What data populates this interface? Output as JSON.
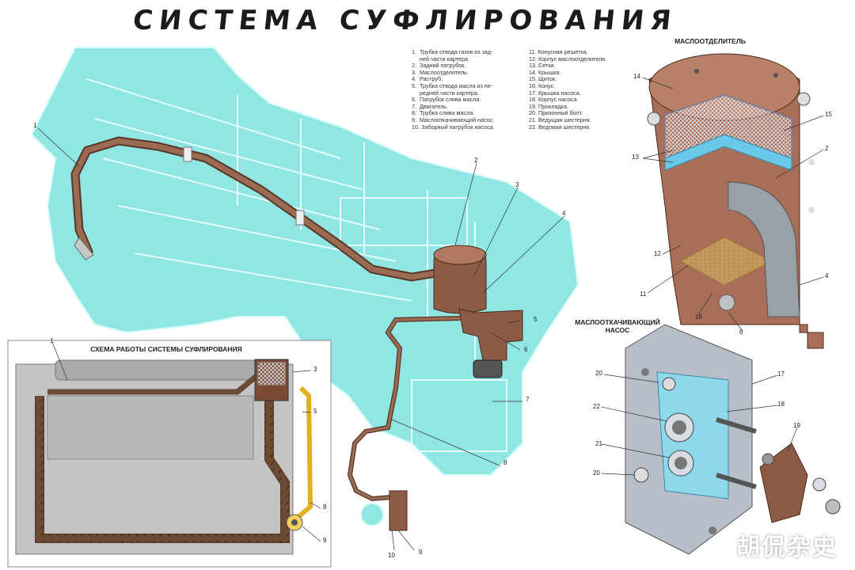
{
  "title": "СИСТЕМА СУФЛИРОВАНИЯ",
  "legend_left": [
    "1.  Трубка отвода газов из зад-",
    "     ней части картера.",
    "2.  Задний патрубок.",
    "3.  Маслоотделитель.",
    "4.  Раструб.",
    "5.  Трубка отвода масла из пе-",
    "     редней части картера.",
    "6.  Патрубок слива масла.",
    "7.  Двигатель.",
    "8.  Трубка слива масла.",
    "9.  Маслоотка­чивающий насос.",
    "10. Заборный патрубок насоса."
  ],
  "legend_right": [
    "11. Конусная решетка.",
    "12. Корпус маслоотделителя.",
    "13. Сетки.",
    "14. Крышка.",
    "15. Щиток.",
    "16. Конус.",
    "17. Крышка насоса.",
    "18. Корпус насоса.",
    "19. Прокладка.",
    "20. Призонный болт.",
    "21. Ведущая шестерня.",
    "22. Ведомая шестерня."
  ],
  "sections": {
    "separator": "МАСЛООТДЕЛИТЕЛЬ",
    "pump_line1": "МАСЛООТКАЧИВАЮЩИЙ",
    "pump_line2": "НАСОС",
    "scheme": "СХЕМА РАБОТЫ СИСТЕМЫ СУФЛИРОВАНИЯ"
  },
  "callouts": {
    "n1": "1",
    "n2": "2",
    "n3": "3",
    "n4": "4",
    "n5": "5",
    "n6": "6",
    "n7": "7",
    "n8": "8",
    "n9": "9",
    "n10": "10",
    "n11": "11",
    "n12": "12",
    "n13": "13",
    "n14": "14",
    "n15": "15",
    "n16": "16",
    "n17": "17",
    "n18": "18",
    "n19": "19",
    "n20": "20",
    "n21": "21",
    "n22": "22"
  },
  "watermark": "胡侃杂史",
  "colors": {
    "engine": "#8fe6e2",
    "engine_line": "#ffffff",
    "pipe": "#8a5a44",
    "pipe_dark": "#5a3628",
    "housing": "#a06a55",
    "mesh": "#9aa0b0",
    "oil": "#c9a64a",
    "pump_body": "#b8bec8",
    "pump_blue": "#8ed8ec",
    "scheme_bg": "#c9c9c9",
    "yellow_pipe": "#e0b020"
  }
}
